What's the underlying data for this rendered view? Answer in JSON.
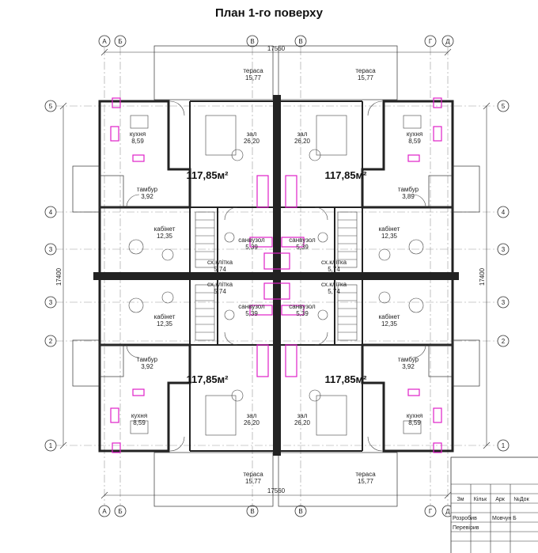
{
  "title": "План 1-го поверху",
  "dimensions": {
    "width_label": "17560",
    "height_label": "17400"
  },
  "axes": {
    "letters": [
      "А",
      "Б",
      "В",
      "В",
      "Г",
      "Д"
    ],
    "numbers": [
      "5",
      "4",
      "3",
      "3",
      "2",
      "1"
    ]
  },
  "apartment_area": "117,85м²",
  "rooms": [
    {
      "name": "тераса",
      "area": "15,77"
    },
    {
      "name": "тераса",
      "area": "15,77"
    },
    {
      "name": "кухня",
      "area": "8,59"
    },
    {
      "name": "зал",
      "area": "26,20"
    },
    {
      "name": "зал",
      "area": "26,20"
    },
    {
      "name": "кухня",
      "area": "8,59"
    },
    {
      "name": "тамбур",
      "area": "3,92"
    },
    {
      "name": "тамбур",
      "area": "3,89"
    },
    {
      "name": "кабінет",
      "area": "12,35"
    },
    {
      "name": "санвузол",
      "area": "5,39"
    },
    {
      "name": "санвузол",
      "area": "5,39"
    },
    {
      "name": "кабінет",
      "area": "12,35"
    },
    {
      "name": "сх.клітка",
      "area": "5,74"
    },
    {
      "name": "сх.клітка",
      "area": "5,74"
    },
    {
      "name": "сх.клітка",
      "area": "5,74"
    },
    {
      "name": "сх.клітка",
      "area": "5,74"
    },
    {
      "name": "кабінет",
      "area": "12,35"
    },
    {
      "name": "санвузол",
      "area": "5,39"
    },
    {
      "name": "санвузол",
      "area": "5,39"
    },
    {
      "name": "кабінет",
      "area": "12,35"
    },
    {
      "name": "тамбур",
      "area": "3,92"
    },
    {
      "name": "тамбур",
      "area": "3,92"
    },
    {
      "name": "кухня",
      "area": "8,59"
    },
    {
      "name": "зал",
      "area": "26,20"
    },
    {
      "name": "зал",
      "area": "26,20"
    },
    {
      "name": "кухня",
      "area": "8,59"
    },
    {
      "name": "тераса",
      "area": "15,77"
    },
    {
      "name": "тераса",
      "area": "15,77"
    }
  ],
  "title_block": {
    "headers": [
      "Зм",
      "Кільк",
      "Арк",
      "№Док"
    ],
    "rows": [
      {
        "role": "Розробив",
        "name": "Мовчун Б"
      },
      {
        "role": "Перевірив",
        "name": ""
      }
    ]
  }
}
